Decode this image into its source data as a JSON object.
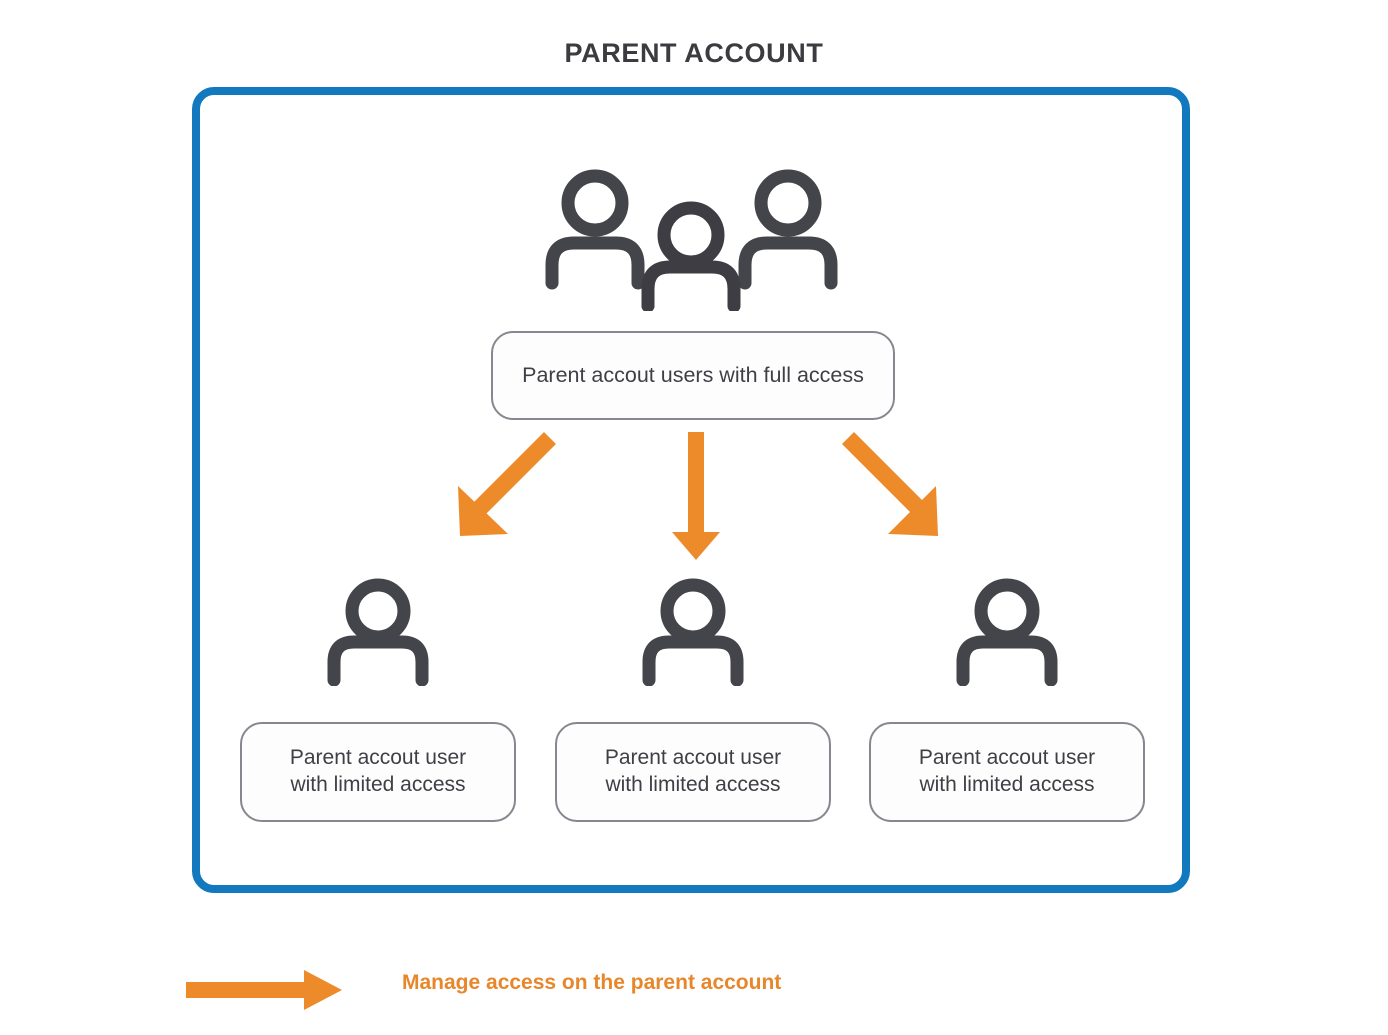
{
  "title": "PARENT ACCOUNT",
  "colors": {
    "container_border": "#1279be",
    "arrow_orange": "#ed8b2b",
    "legend_text": "#e8862a",
    "icon_gray": "#44444b",
    "box_border": "#87878f",
    "title_text": "#3b3b40",
    "box_text": "#3f3f45"
  },
  "top_group": {
    "icon": "three-people-icon",
    "label": "Parent accout users with full access"
  },
  "arrows": [
    {
      "name": "arrow-down-left",
      "color": "#ed8b2b"
    },
    {
      "name": "arrow-down",
      "color": "#ed8b2b"
    },
    {
      "name": "arrow-down-right",
      "color": "#ed8b2b"
    }
  ],
  "children": [
    {
      "icon": "person-icon",
      "line1": "Parent accout user",
      "line2": "with limited access"
    },
    {
      "icon": "person-icon",
      "line1": "Parent accout user",
      "line2": "with limited access"
    },
    {
      "icon": "person-icon",
      "line1": "Parent accout user",
      "line2": "with limited access"
    }
  ],
  "legend": {
    "icon": "arrow-right-icon",
    "label": "Manage access on the parent account"
  }
}
